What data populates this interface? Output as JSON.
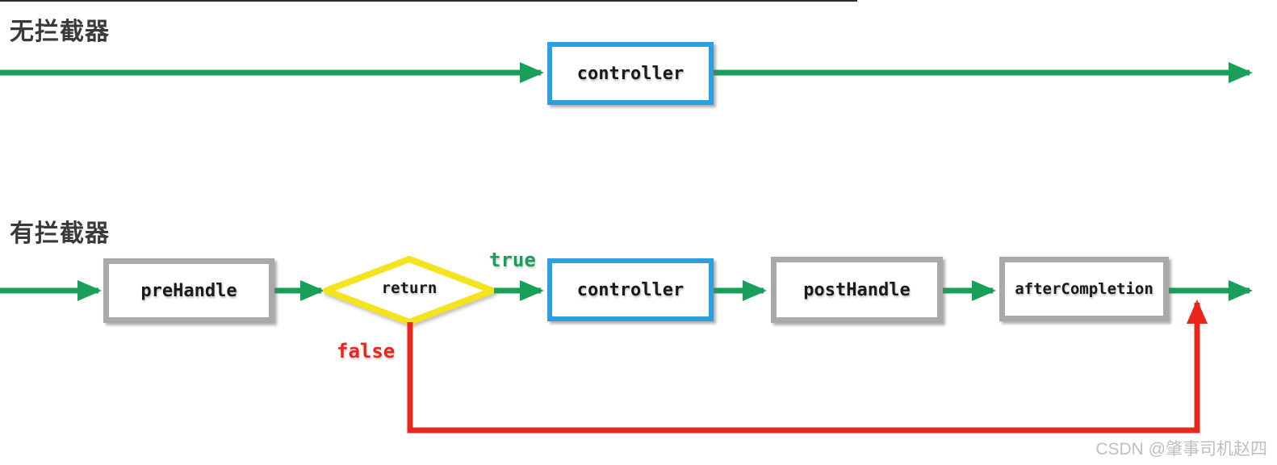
{
  "colors": {
    "green": "#18A05A",
    "blue": "#2B9FE0",
    "yellow": "#F4E41F",
    "red": "#E8261A",
    "gray_border": "#A9A9A9",
    "title_text": "#3A3A3A",
    "watermark_gray": "#BFBFBF"
  },
  "sections": {
    "no_interceptor": {
      "title": "无拦截器",
      "nodes": {
        "controller": "controller"
      }
    },
    "with_interceptor": {
      "title": "有拦截器",
      "nodes": {
        "pre_handle": "preHandle",
        "decision": "return",
        "controller": "controller",
        "post_handle": "postHandle",
        "after_completion": "afterCompletion"
      },
      "branch_labels": {
        "true_label": "true",
        "false_label": "false"
      }
    }
  },
  "watermark": "CSDN @肇事司机赵四"
}
